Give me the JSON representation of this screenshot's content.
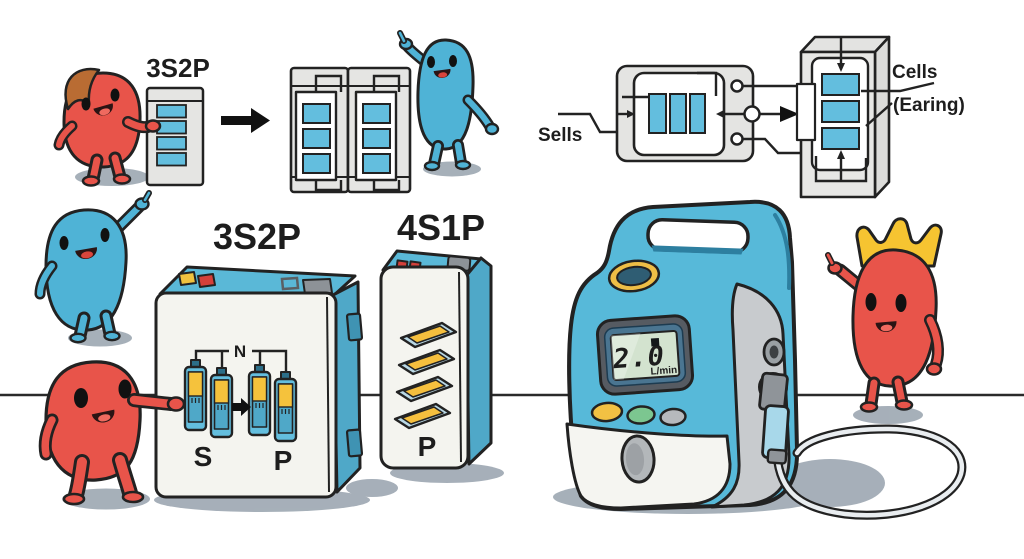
{
  "labels": {
    "panel_config": "3S2P",
    "pack_config": "3S2P",
    "battery_config": "4S1P",
    "sells": "Sells",
    "cells": "Cells",
    "earing": "(Earing)",
    "node_n": "N",
    "series_s": "S",
    "parallel_p": "P",
    "battery_p": "P"
  },
  "device": {
    "flow_value": "2.0",
    "flow_unit": "L/min"
  },
  "colors": {
    "cell_blue": "#63bede",
    "mascot_red": "#e8544a",
    "mascot_blue": "#4fb3d6",
    "crown_yellow": "#f6c431",
    "pack_side_blue": "#4fa8c8",
    "pack_top_blue": "#5ab8d7",
    "device_blue": "#57b9d9",
    "panel_gray": "#e5e5e3",
    "device_gray": "#c8cbce",
    "lcd_screen": "#d3e3cf",
    "lcd_frame": "#565b62",
    "lcd_bezel": "#4a7591",
    "btn_yellow": "#f2c143",
    "btn_green": "#7cc690",
    "btn_gray": "#b6b9bd",
    "cell_yellow": "#f5c23c",
    "terminal_red": "#d4403a",
    "hair_brown": "#b96c33",
    "shadow_gray": "#97a2ad",
    "outline": "#222222",
    "white_face": "#f4f4ef"
  }
}
